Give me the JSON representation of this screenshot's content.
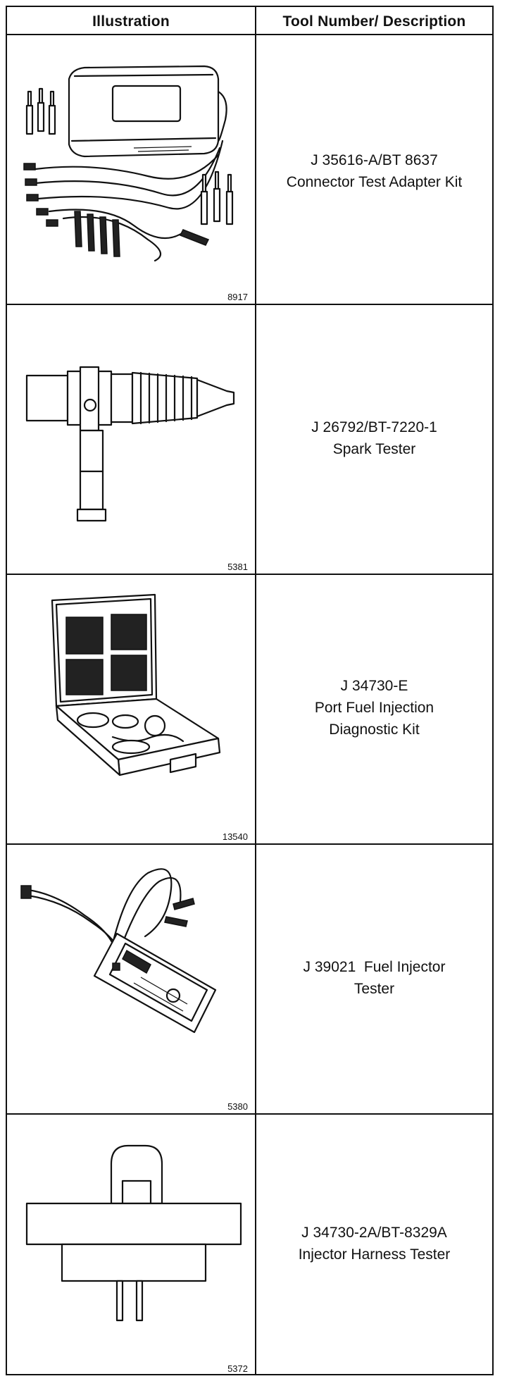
{
  "table": {
    "headers": {
      "illustration": "Illustration",
      "description": "Tool Number/ Description"
    },
    "rows": [
      {
        "figure_number": "8917",
        "tool_number": "J 35616-A/BT 8637",
        "description_lines": [
          "Connector Test Adapter Kit"
        ]
      },
      {
        "figure_number": "5381",
        "tool_number": "J 26792/BT-7220-1",
        "description_lines": [
          "Spark Tester"
        ]
      },
      {
        "figure_number": "13540",
        "tool_number": "J 34730-E",
        "description_lines": [
          "Port Fuel Injection",
          "Diagnostic Kit"
        ]
      },
      {
        "figure_number": "5380",
        "tool_number": "J 39021",
        "description_lines": [
          "Fuel Injector",
          "Tester"
        ]
      },
      {
        "figure_number": "5372",
        "tool_number": "J 34730-2A/BT-8329A",
        "description_lines": [
          "Injector Harness Tester"
        ]
      }
    ]
  }
}
